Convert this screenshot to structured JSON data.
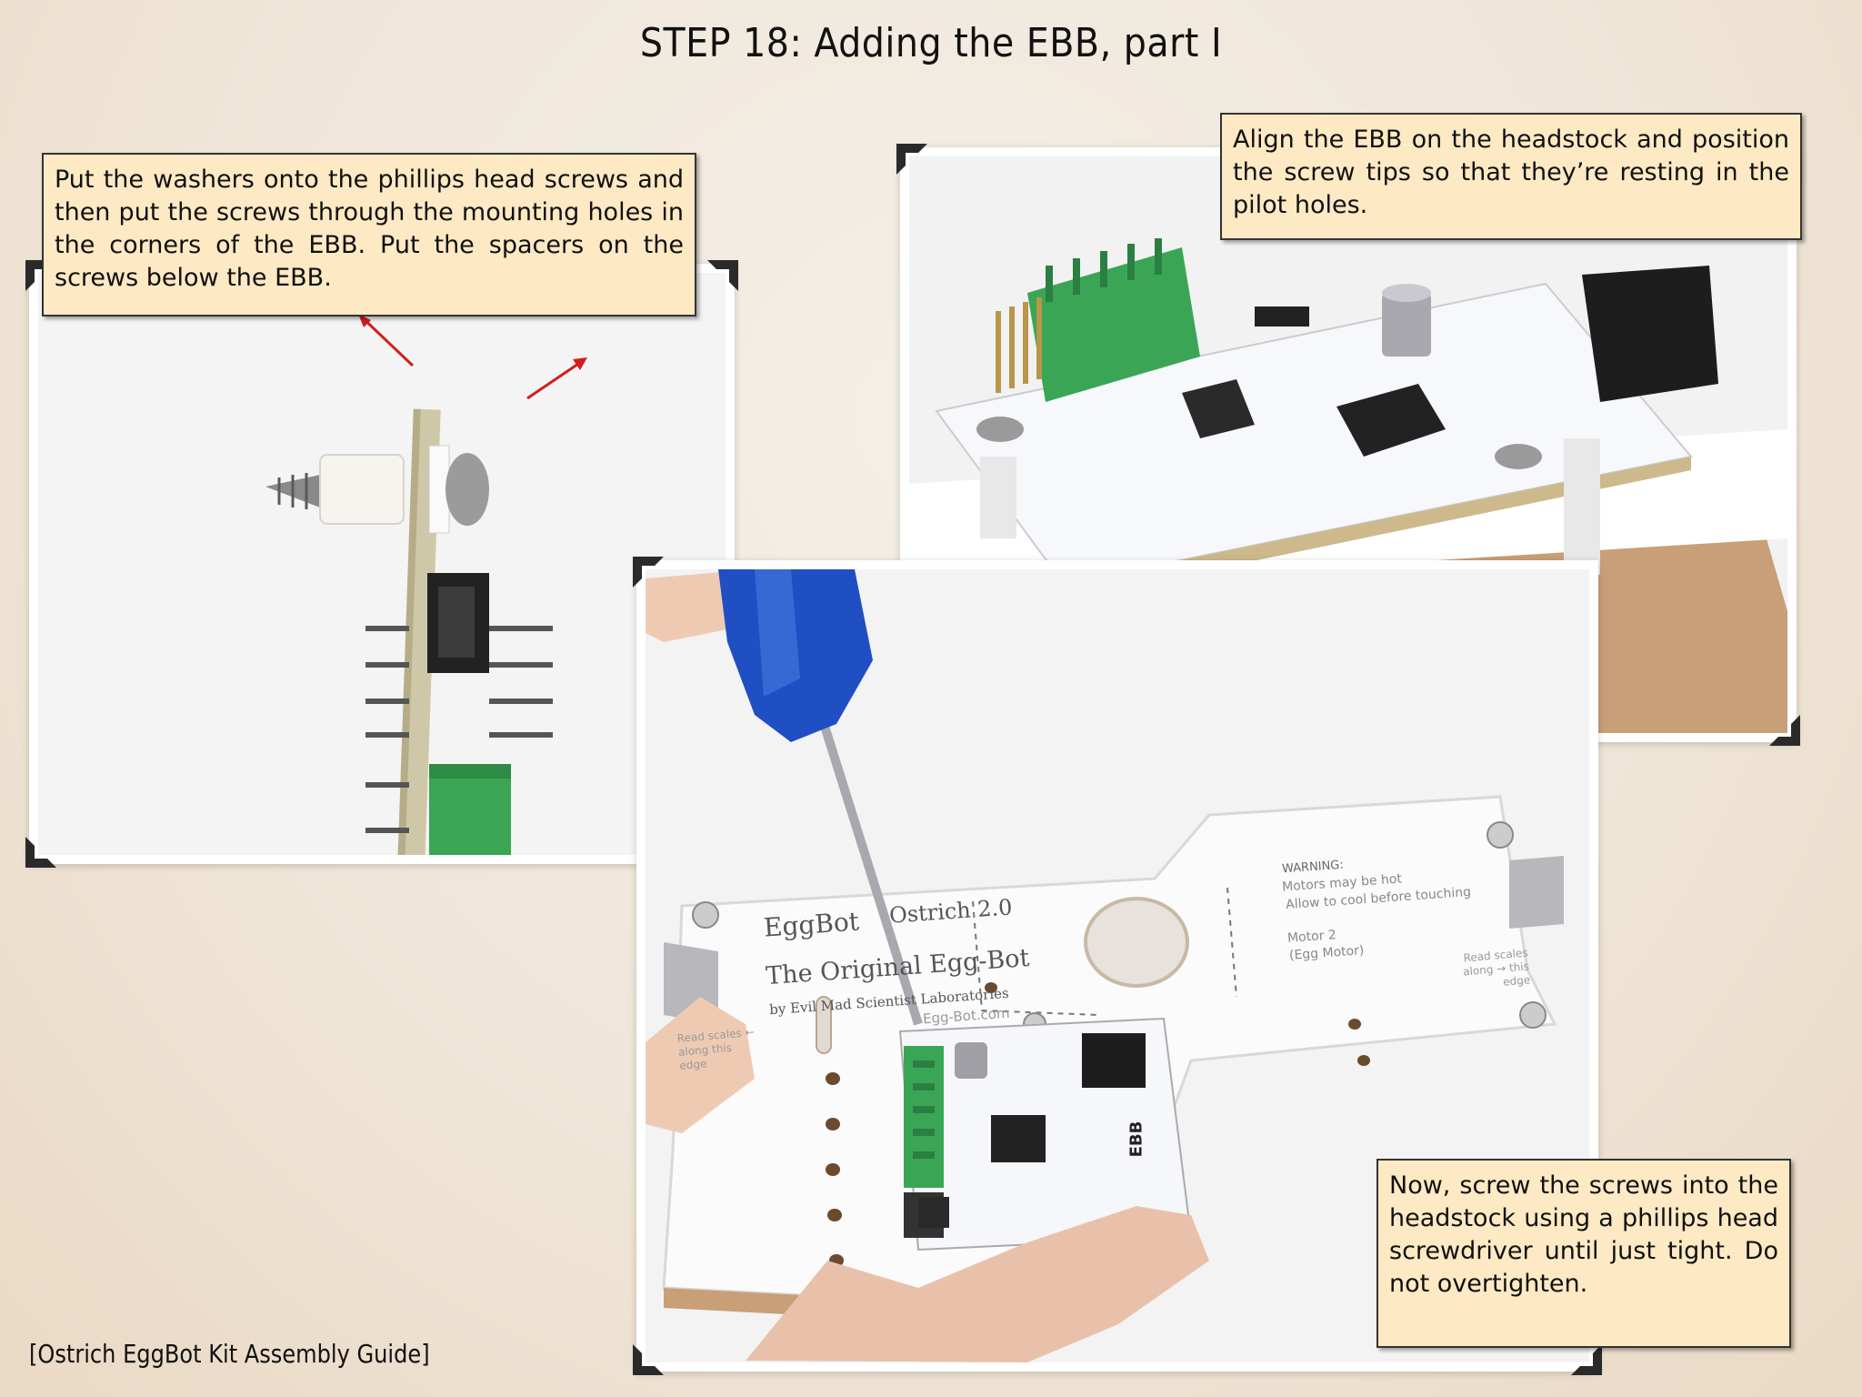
{
  "page": {
    "title": "STEP 18: Adding the EBB, part I",
    "footer": "[Ostrich EggBot Kit Assembly Guide]"
  },
  "callouts": {
    "left": "Put the washers onto the phillips head screws and then put the screws through the mounting holes in the corners of the EBB. Put the spacers on the screws below the EBB.",
    "right": "Align the EBB on the headstock and position the screw tips so that they’re resting in the pilot holes.",
    "bottom": "Now, screw the screws into the headstock using a phillips head screwdriver until just tight. Do not overtighten."
  },
  "board_print": {
    "brand": "EggBot",
    "model": "Ostrich 2.0",
    "tagline": "The Original Egg-Bot",
    "maker": "by Evil Mad Scientist Laboratories",
    "url": "Egg-Bot.com",
    "warning_title": "WARNING:",
    "warning_line1": "Motors may be hot",
    "warning_line2": "Allow to cool before touching",
    "motor_label": "Motor 2",
    "motor_sub": "(Egg Motor)",
    "scale_left": "Read scales ← along this edge",
    "scale_right": "Read scales along → this edge",
    "chip_label": "EBB"
  },
  "colors": {
    "callout_bg": "#fde9c4",
    "pcb_green": "#3aa655",
    "screwdriver_blue": "#1f4fc2",
    "plywood": "#c99f78"
  }
}
